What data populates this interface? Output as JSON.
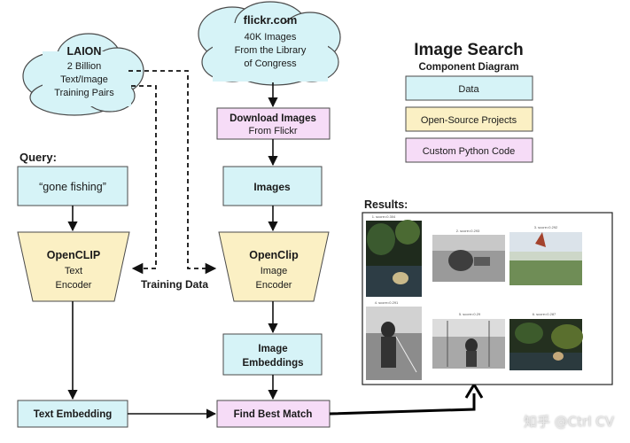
{
  "legend": {
    "title": "Image Search",
    "subtitle": "Component Diagram",
    "items": [
      {
        "label": "Data",
        "kind": "data"
      },
      {
        "label": "Open-Source Projects",
        "kind": "oss"
      },
      {
        "label": "Custom Python Code",
        "kind": "code"
      }
    ]
  },
  "clouds": {
    "laion": {
      "lines": [
        "LAION",
        "2 Billion",
        "Text/Image",
        "Training Pairs"
      ]
    },
    "flickr": {
      "lines": [
        "flickr.com",
        "40K Images",
        "From the Library",
        "of Congress"
      ]
    }
  },
  "query": {
    "label": "Query:",
    "value": "“gone fishing”"
  },
  "nodes": {
    "download": {
      "lines": [
        "Download Images",
        "From Flickr"
      ]
    },
    "images": {
      "lines": [
        "Images"
      ]
    },
    "text_encoder": {
      "lines": [
        "OpenCLIP",
        "Text",
        "Encoder"
      ]
    },
    "image_encoder": {
      "lines": [
        "OpenClip",
        "Image",
        "Encoder"
      ]
    },
    "image_embeddings": {
      "lines": [
        "Image",
        "Embeddings"
      ]
    },
    "text_embedding": {
      "lines": [
        "Text Embedding"
      ]
    },
    "find_best_match": {
      "lines": [
        "Find Best Match"
      ]
    }
  },
  "edge_labels": {
    "training": "Training Data"
  },
  "results": {
    "label": "Results:",
    "scores": [
      "1. score=0.304",
      "2. score=0.293",
      "3. score=0.292",
      "4. score=0.291",
      "5. score=0.29",
      "6. score=0.287"
    ]
  },
  "watermark": "知乎 @Ctrl CV",
  "colors": {
    "data": "#d6f3f7",
    "oss": "#fbf0c4",
    "code": "#f6dcf7"
  }
}
